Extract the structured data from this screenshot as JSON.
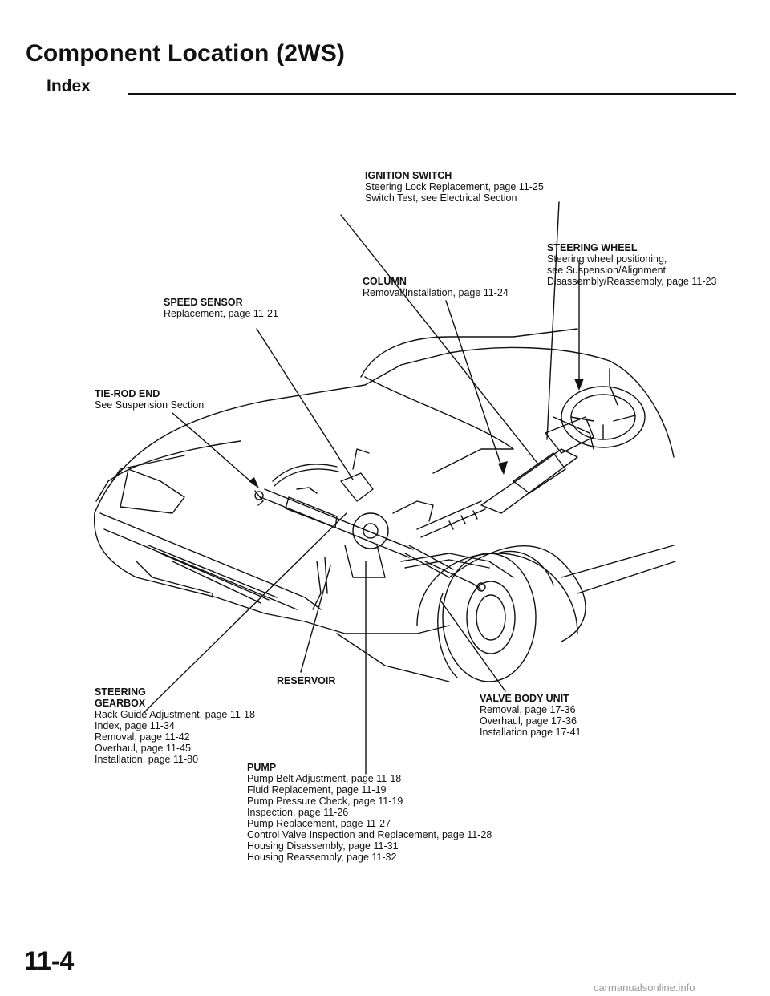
{
  "header": {
    "title": "Component Location (2WS)",
    "subtitle": "Index"
  },
  "callouts": {
    "ignition_switch": {
      "name": "IGNITION SWITCH",
      "lines": [
        "Steering Lock Replacement, page 11-25",
        "Switch Test, see Electrical Section"
      ]
    },
    "steering_wheel": {
      "name": "STEERING WHEEL",
      "lines": [
        "Steering wheel positioning,",
        "see Suspension/Alignment",
        "Disassembly/Reassembly, page 11-23"
      ]
    },
    "column": {
      "name": "COLUMN",
      "lines": [
        "Removal/Installation, page 11-24"
      ]
    },
    "speed_sensor": {
      "name": "SPEED SENSOR",
      "lines": [
        "Replacement, page 11-21"
      ]
    },
    "tie_rod_end": {
      "name": "TIE-ROD END",
      "lines": [
        "See Suspension Section"
      ]
    },
    "reservoir": {
      "name": "RESERVOIR"
    },
    "steering_gearbox": {
      "name_line1": "STEERING",
      "name_line2": "GEARBOX",
      "lines": [
        "Rack Guide Adjustment, page 11-18",
        "Index, page 11-34",
        "Removal, page 11-42",
        "Overhaul, page 11-45",
        "Installation, page 11-80"
      ]
    },
    "valve_body_unit": {
      "name": "VALVE BODY UNIT",
      "lines": [
        "Removal, page 17-36",
        "Overhaul, page 17-36",
        "Installation page 17-41"
      ]
    },
    "pump": {
      "name": "PUMP",
      "lines": [
        "Pump Belt Adjustment, page 11-18",
        "Fluid Replacement, page 11-19",
        "Pump Pressure Check, page 11-19",
        "Inspection, page 11-26",
        "Pump Replacement, page 11-27",
        "Control Valve Inspection and Replacement, page 11-28",
        "Housing Disassembly, page 11-31",
        "Housing Reassembly, page 11-32"
      ]
    }
  },
  "footer": {
    "page_number": "11-4",
    "watermark": "carmanualsonline.info"
  }
}
